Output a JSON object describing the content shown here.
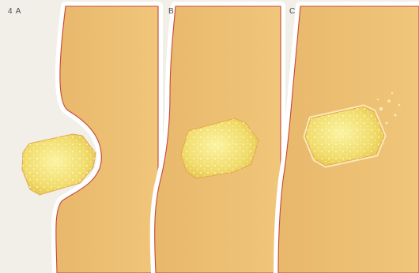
{
  "figure": {
    "panels": [
      {
        "id": "A",
        "label": "4 A"
      },
      {
        "id": "B",
        "label": "B"
      },
      {
        "id": "C",
        "label": "C"
      }
    ]
  }
}
